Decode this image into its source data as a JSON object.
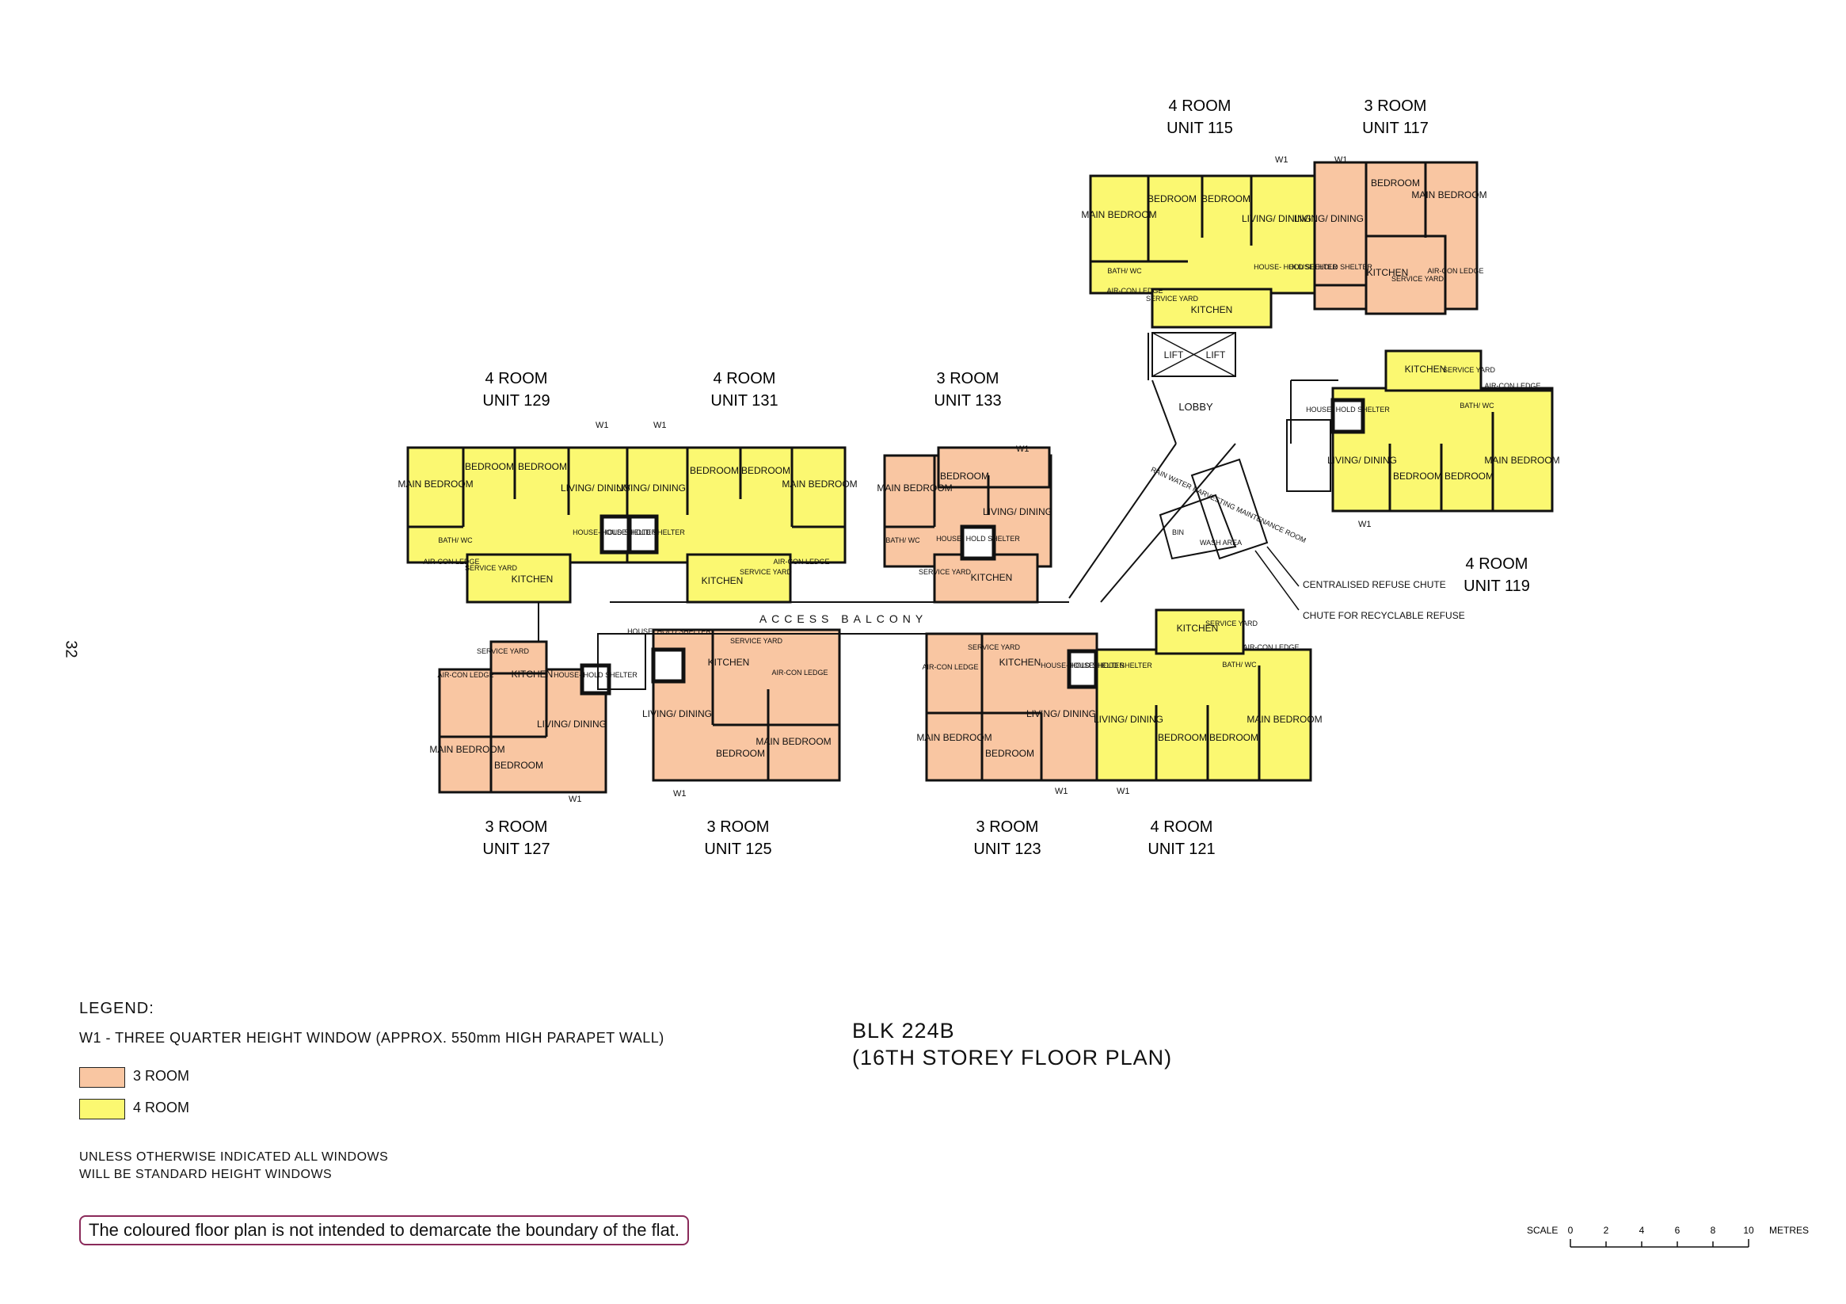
{
  "page_number": "32",
  "colors": {
    "room3": "#f9c6a2",
    "room4": "#fbf871"
  },
  "units": [
    {
      "type": "4 ROOM",
      "name": "UNIT 115"
    },
    {
      "type": "3 ROOM",
      "name": "UNIT 117"
    },
    {
      "type": "4 ROOM",
      "name": "UNIT 129"
    },
    {
      "type": "4 ROOM",
      "name": "UNIT 131"
    },
    {
      "type": "3 ROOM",
      "name": "UNIT 133"
    },
    {
      "type": "4 ROOM",
      "name": "UNIT 119"
    },
    {
      "type": "3 ROOM",
      "name": "UNIT 127"
    },
    {
      "type": "3 ROOM",
      "name": "UNIT 125"
    },
    {
      "type": "3 ROOM",
      "name": "UNIT 123"
    },
    {
      "type": "4 ROOM",
      "name": "UNIT 121"
    }
  ],
  "rooms": {
    "main_bedroom": "MAIN BEDROOM",
    "bedroom": "BEDROOM",
    "living_dining": "LIVING/ DINING",
    "kitchen": "KITCHEN",
    "bath_wc": "BATH/ WC",
    "service_yard": "SERVICE YARD",
    "household_shelter": "HOUSE- HOLD SHELTER",
    "aircon_ledge": "AIR-CON LEDGE",
    "window": "W1"
  },
  "common": {
    "access_balcony": "ACCESS BALCONY",
    "lobby": "LOBBY",
    "lift": "LIFT",
    "rain_water": "RAIN WATER HARVESTING MAINTENANCE ROOM",
    "bin": "BIN",
    "wash_area": "WASH AREA",
    "refuse_chute": "CENTRALISED REFUSE CHUTE",
    "recyclable_chute": "CHUTE FOR RECYCLABLE REFUSE"
  },
  "legend": {
    "title": "LEGEND:",
    "w1": "W1 - THREE QUARTER HEIGHT WINDOW (APPROX. 550mm HIGH PARAPET WALL)",
    "room3": "3 ROOM",
    "room4": "4 ROOM",
    "note_line1": "UNLESS OTHERWISE INDICATED ALL WINDOWS",
    "note_line2": "WILL BE STANDARD HEIGHT WINDOWS"
  },
  "disclaimer": "The coloured floor plan is not intended to demarcate the boundary of the flat.",
  "block_title": "BLK 224B",
  "block_subtitle": "(16TH STOREY FLOOR PLAN)",
  "scale": {
    "label": "SCALE",
    "ticks": [
      "0",
      "2",
      "4",
      "6",
      "8",
      "10"
    ],
    "unit": "METRES"
  }
}
